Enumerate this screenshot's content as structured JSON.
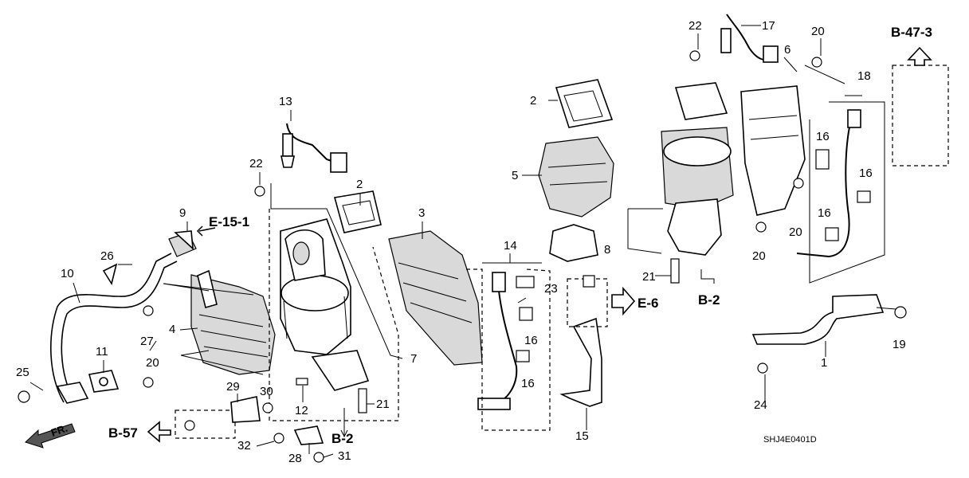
{
  "callouts": {
    "c1": "1",
    "c2a": "2",
    "c2b": "2",
    "c3": "3",
    "c4": "4",
    "c5": "5",
    "c6": "6",
    "c7": "7",
    "c8": "8",
    "c9": "9",
    "c10": "10",
    "c11": "11",
    "c12": "12",
    "c13": "13",
    "c14": "14",
    "c15": "15",
    "c16a": "16",
    "c16b": "16",
    "c16c": "16",
    "c16d": "16",
    "c16e": "16",
    "c17": "17",
    "c18": "18",
    "c19": "19",
    "c20a": "20",
    "c20b": "20",
    "c20c": "20",
    "c20d": "20",
    "c21a": "21",
    "c21b": "21",
    "c22a": "22",
    "c22b": "22",
    "c23": "23",
    "c24": "24",
    "c25": "25",
    "c26": "26",
    "c27": "27",
    "c28": "28",
    "c29": "29",
    "c30": "30",
    "c31": "31",
    "c32": "32"
  },
  "refs": {
    "b47_3": "B-47-3",
    "e15_1": "E-15-1",
    "e6": "E-6",
    "b2_left": "B-2",
    "b2_right": "B-2",
    "b57": "B-57",
    "fr": "FR."
  },
  "diagram_code": "SHJ4E0401D"
}
